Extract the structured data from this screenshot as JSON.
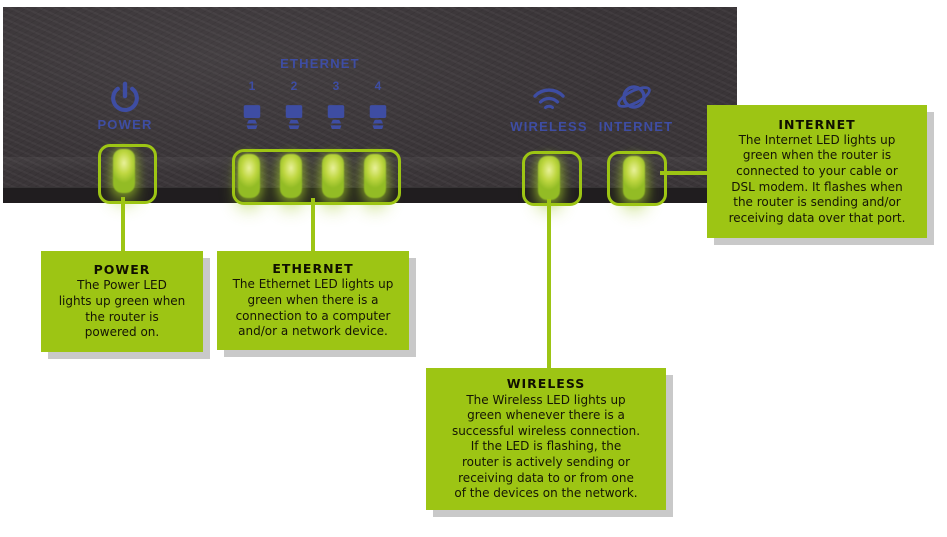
{
  "colors": {
    "callout_green": "#9dc514",
    "led_glow_green": "#bfd741",
    "panel_dark": "#3a3538",
    "label_blue": "#3e4da3",
    "shadow_gray": "#c9c9c9",
    "text_dark": "#141400"
  },
  "panel": {
    "power": {
      "label": "POWER"
    },
    "ethernet": {
      "label": "ETHERNET",
      "ports": [
        "1",
        "2",
        "3",
        "4"
      ]
    },
    "wireless": {
      "label": "WIRELESS"
    },
    "internet": {
      "label": "INTERNET"
    }
  },
  "callouts": {
    "power": {
      "title": "POWER",
      "body": "The Power LED\nlights up green when\nthe router is\npowered on."
    },
    "ethernet": {
      "title": "ETHERNET",
      "body": "The Ethernet LED lights up\ngreen when there is a\nconnection to a computer\nand/or a network device."
    },
    "wireless": {
      "title": "WIRELESS",
      "body": "The Wireless LED lights up\ngreen whenever there is a\nsuccessful wireless connection.\nIf the LED is flashing, the\nrouter is actively sending or\nreceiving data to or from one\nof the devices on the network."
    },
    "internet": {
      "title": "INTERNET",
      "body": "The Internet LED lights up\ngreen when the router is\nconnected to your cable or\nDSL modem. It flashes when\nthe router is sending and/or\nreceiving data over that port."
    }
  }
}
